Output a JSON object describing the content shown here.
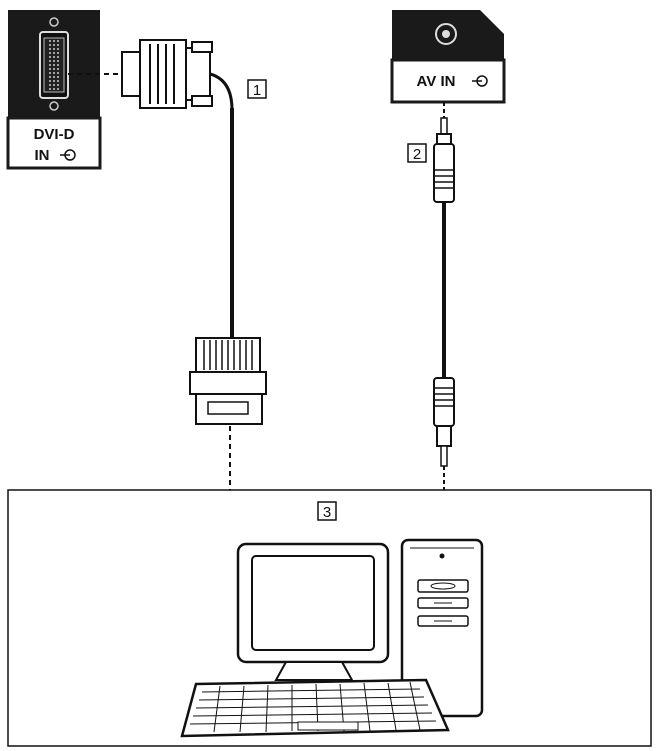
{
  "panels": {
    "dvi_label_line1": "DVI-D",
    "dvi_label_line2": "IN",
    "av_label": "AV IN"
  },
  "callouts": {
    "dvi_cable": "1",
    "av_cable": "2",
    "computer": "3"
  },
  "icons": [
    "dvi-port-icon",
    "input-arrow-icon",
    "rca-jack-icon",
    "dvi-plug-icon",
    "mini-plug-icon",
    "monitor-icon",
    "keyboard-icon",
    "pc-tower-icon"
  ]
}
